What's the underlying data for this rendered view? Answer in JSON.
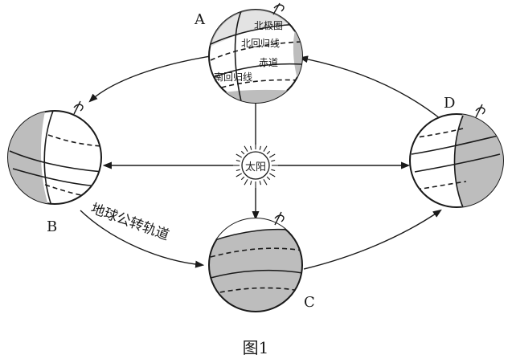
{
  "figure": {
    "caption": "图1",
    "sun_label": "太阳",
    "orbit_label": "地球公转轨道"
  },
  "positions": {
    "A": {
      "label": "A",
      "lines": [
        "北极圈",
        "北回归线",
        "赤道",
        "南回归线"
      ]
    },
    "B": {
      "label": "B"
    },
    "C": {
      "label": "C"
    },
    "D": {
      "label": "D"
    }
  },
  "colors": {
    "ink": "#1a1a1a",
    "shade": "#bdbdbd",
    "paper": "#ffffff"
  }
}
